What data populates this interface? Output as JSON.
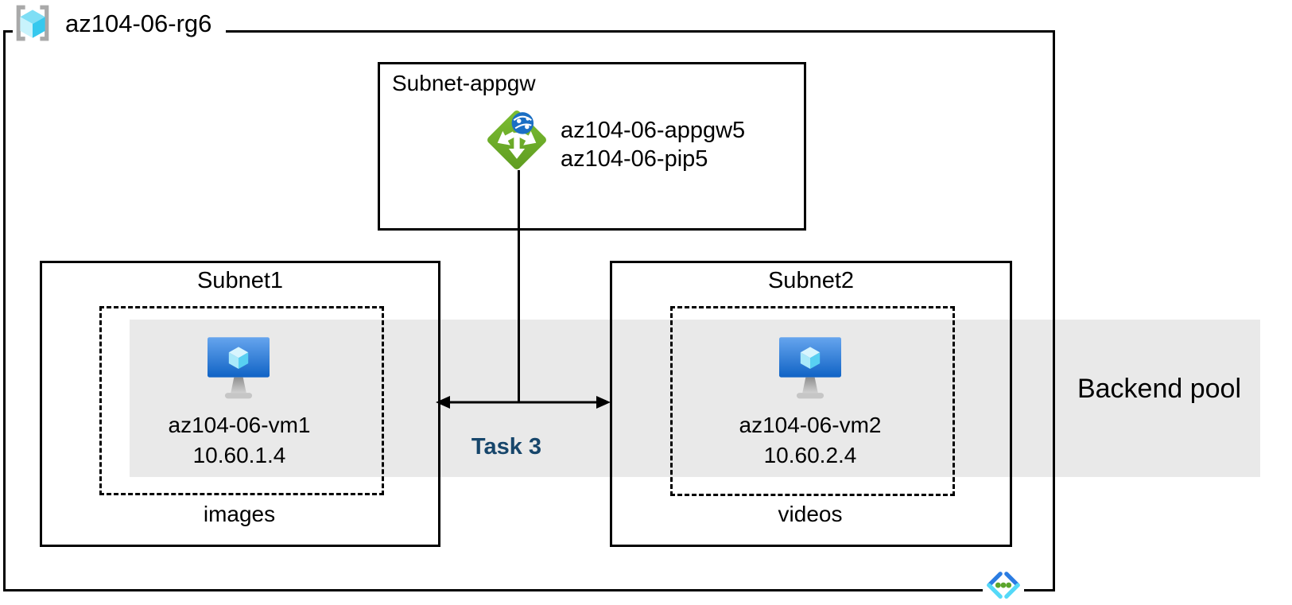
{
  "resource_group": {
    "name": "az104-06-rg6"
  },
  "subnet_appgw": {
    "label": "Subnet-appgw",
    "gateway_name": "az104-06-appgw5",
    "public_ip_name": "az104-06-pip5"
  },
  "subnet1": {
    "label": "Subnet1",
    "vm_name": "az104-06-vm1",
    "vm_ip": "10.60.1.4",
    "app_label": "images"
  },
  "subnet2": {
    "label": "Subnet2",
    "vm_name": "az104-06-vm2",
    "vm_ip": "10.60.2.4",
    "app_label": "videos"
  },
  "backend_pool_label": "Backend pool",
  "task_label": "Task 3",
  "icons": {
    "resource_group": "resource-group-icon",
    "application_gateway": "application-gateway-icon",
    "virtual_machine": "virtual-machine-icon",
    "virtual_network": "virtual-network-icon"
  },
  "colors": {
    "backend_pool_band": "#e9e9e9",
    "task_text": "#17466b",
    "appgw_green": "#6cad28",
    "globe_blue": "#1b6fc4",
    "vm_monitor_top": "#66a5ee",
    "vm_monitor_bottom": "#1063c5",
    "vm_cube_cyan": "#58d0f2",
    "rg_cube_cyan": "#35c8ee",
    "rg_bracket_gray": "#a9a9a9",
    "vnet_blue": "#2b7ce2",
    "vnet_cyan": "#54d9f8",
    "vnet_dot_green": "#5ba52c",
    "line_black": "#000000"
  }
}
